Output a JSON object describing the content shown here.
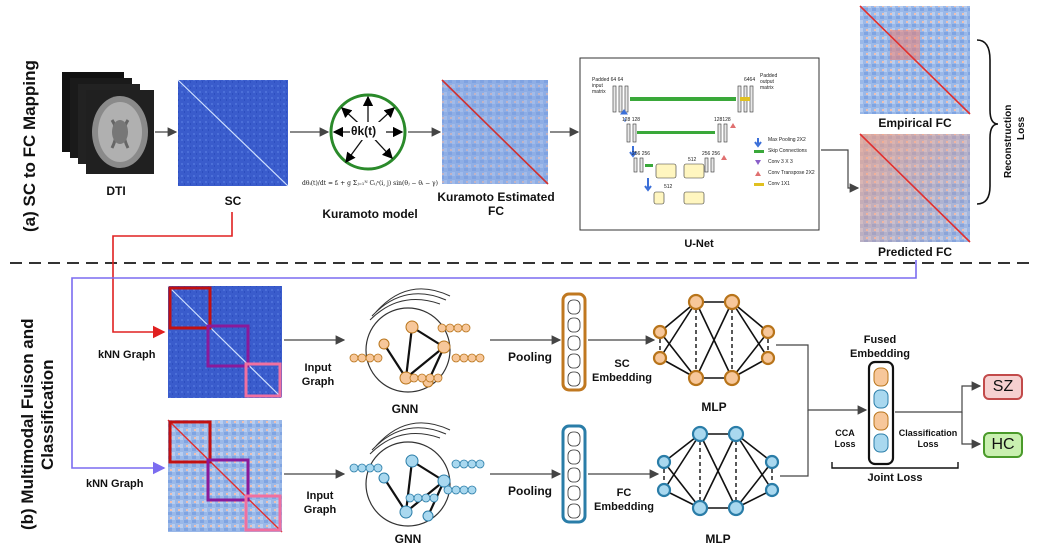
{
  "section_a": {
    "title": "(a) SC to FC Mapping",
    "dti_label": "DTI",
    "sc_label": "SC",
    "theta_label": "θk(t)",
    "equation": "dθᵢ(t)/dt = fᵢ + g Σⱼ₌₁ᴺ Cᵢⱼˢ(i, j) sin(θⱼ − θᵢ − γ)",
    "kuramoto_label": "Kuramoto model",
    "kuramoto_fc_label_1": "Kuramoto Estimated",
    "kuramoto_fc_label_2": "FC",
    "unet": {
      "label": "U-Net",
      "padded_input_1": "Padded 64 64",
      "padded_input_2": "input",
      "padded_input_3": "matrix",
      "padded_output_1": "6464",
      "padded_output_2": "Padded",
      "padded_output_3": "output",
      "padded_output_4": "matrix",
      "l2_left": "128 128",
      "l2_right": "128128",
      "l3_left": "256 256",
      "l3_right": "256 256",
      "l4_a": "512",
      "l4_b": "512",
      "legend": [
        {
          "label": "Max Pooling 2X2",
          "color": "#3b6fd8"
        },
        {
          "label": "Skip Connections",
          "color": "#3aa83a"
        },
        {
          "label": "Conv 3 X 3",
          "color": "#8a5fc9"
        },
        {
          "label": "Conv Transpose 2X2",
          "color": "#e07070"
        },
        {
          "label": "Conv 1X1",
          "color": "#e0c020"
        }
      ]
    },
    "empirical_fc_label": "Empirical FC",
    "predicted_fc_label": "Predicted FC",
    "reconstruction_loss_1": "Reconstruction",
    "reconstruction_loss_2": "Loss"
  },
  "section_b": {
    "title_1": "(b) Multimodal Fuison and",
    "title_2": "Classification",
    "knn_graph_top": "kNN Graph",
    "knn_graph_bottom": "kNN Graph",
    "input_graph_top_1": "Input",
    "input_graph_top_2": "Graph",
    "input_graph_bottom_1": "Input",
    "input_graph_bottom_2": "Graph",
    "gnn_top": "GNN",
    "gnn_bottom": "GNN",
    "pooling_top": "Pooling",
    "pooling_bottom": "Pooling",
    "sc_embedding_1": "SC",
    "sc_embedding_2": "Embedding",
    "fc_embedding_1": "FC",
    "fc_embedding_2": "Embedding",
    "mlp_top": "MLP",
    "mlp_bottom": "MLP",
    "fused_embedding_1": "Fused",
    "fused_embedding_2": "Embedding",
    "cca_loss_1": "CCA",
    "cca_loss_2": "Loss",
    "classification_loss_1": "Classification",
    "classification_loss_2": "Loss",
    "joint_loss": "Joint Loss",
    "output_sz": "SZ",
    "output_hc": "HC"
  },
  "colors": {
    "sc_node": "#f7c79a",
    "sc_border": "#b8741a",
    "fc_node": "#a9d8ef",
    "fc_border": "#2a7da8",
    "sz_fill": "#f6d0d0",
    "sz_border": "#c24a4a",
    "hc_fill": "#c9f0b0",
    "hc_border": "#4a9a2a",
    "knn_red_arrow": "#e02020",
    "knn_blue_arrow": "#7b6cf0"
  }
}
